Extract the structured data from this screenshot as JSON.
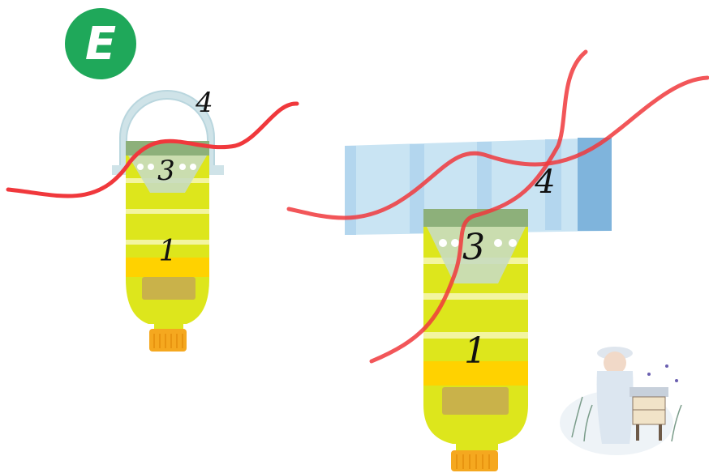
{
  "badge": {
    "letter": "E",
    "color": "#1fa85a"
  },
  "left_trap": {
    "labels": {
      "bottle": "1",
      "funnel": "3",
      "handle": "4"
    }
  },
  "right_trap": {
    "labels": {
      "bottle": "1",
      "funnel": "3",
      "sleeve": "4"
    }
  },
  "colors": {
    "bottle_yellow": "#dde61c",
    "bottle_band": "#ffd200",
    "cap_orange": "#f5a81f",
    "funnel": "#c8dcc0",
    "handle": "#cfe3e8",
    "sleeve": "#c9e4f3",
    "sleeve_dark": "#7fb4dc",
    "wire_red": "#f0383c",
    "bait": "#c9b24a"
  },
  "illustration": {
    "icon": "beekeeper-with-hive-icon"
  }
}
